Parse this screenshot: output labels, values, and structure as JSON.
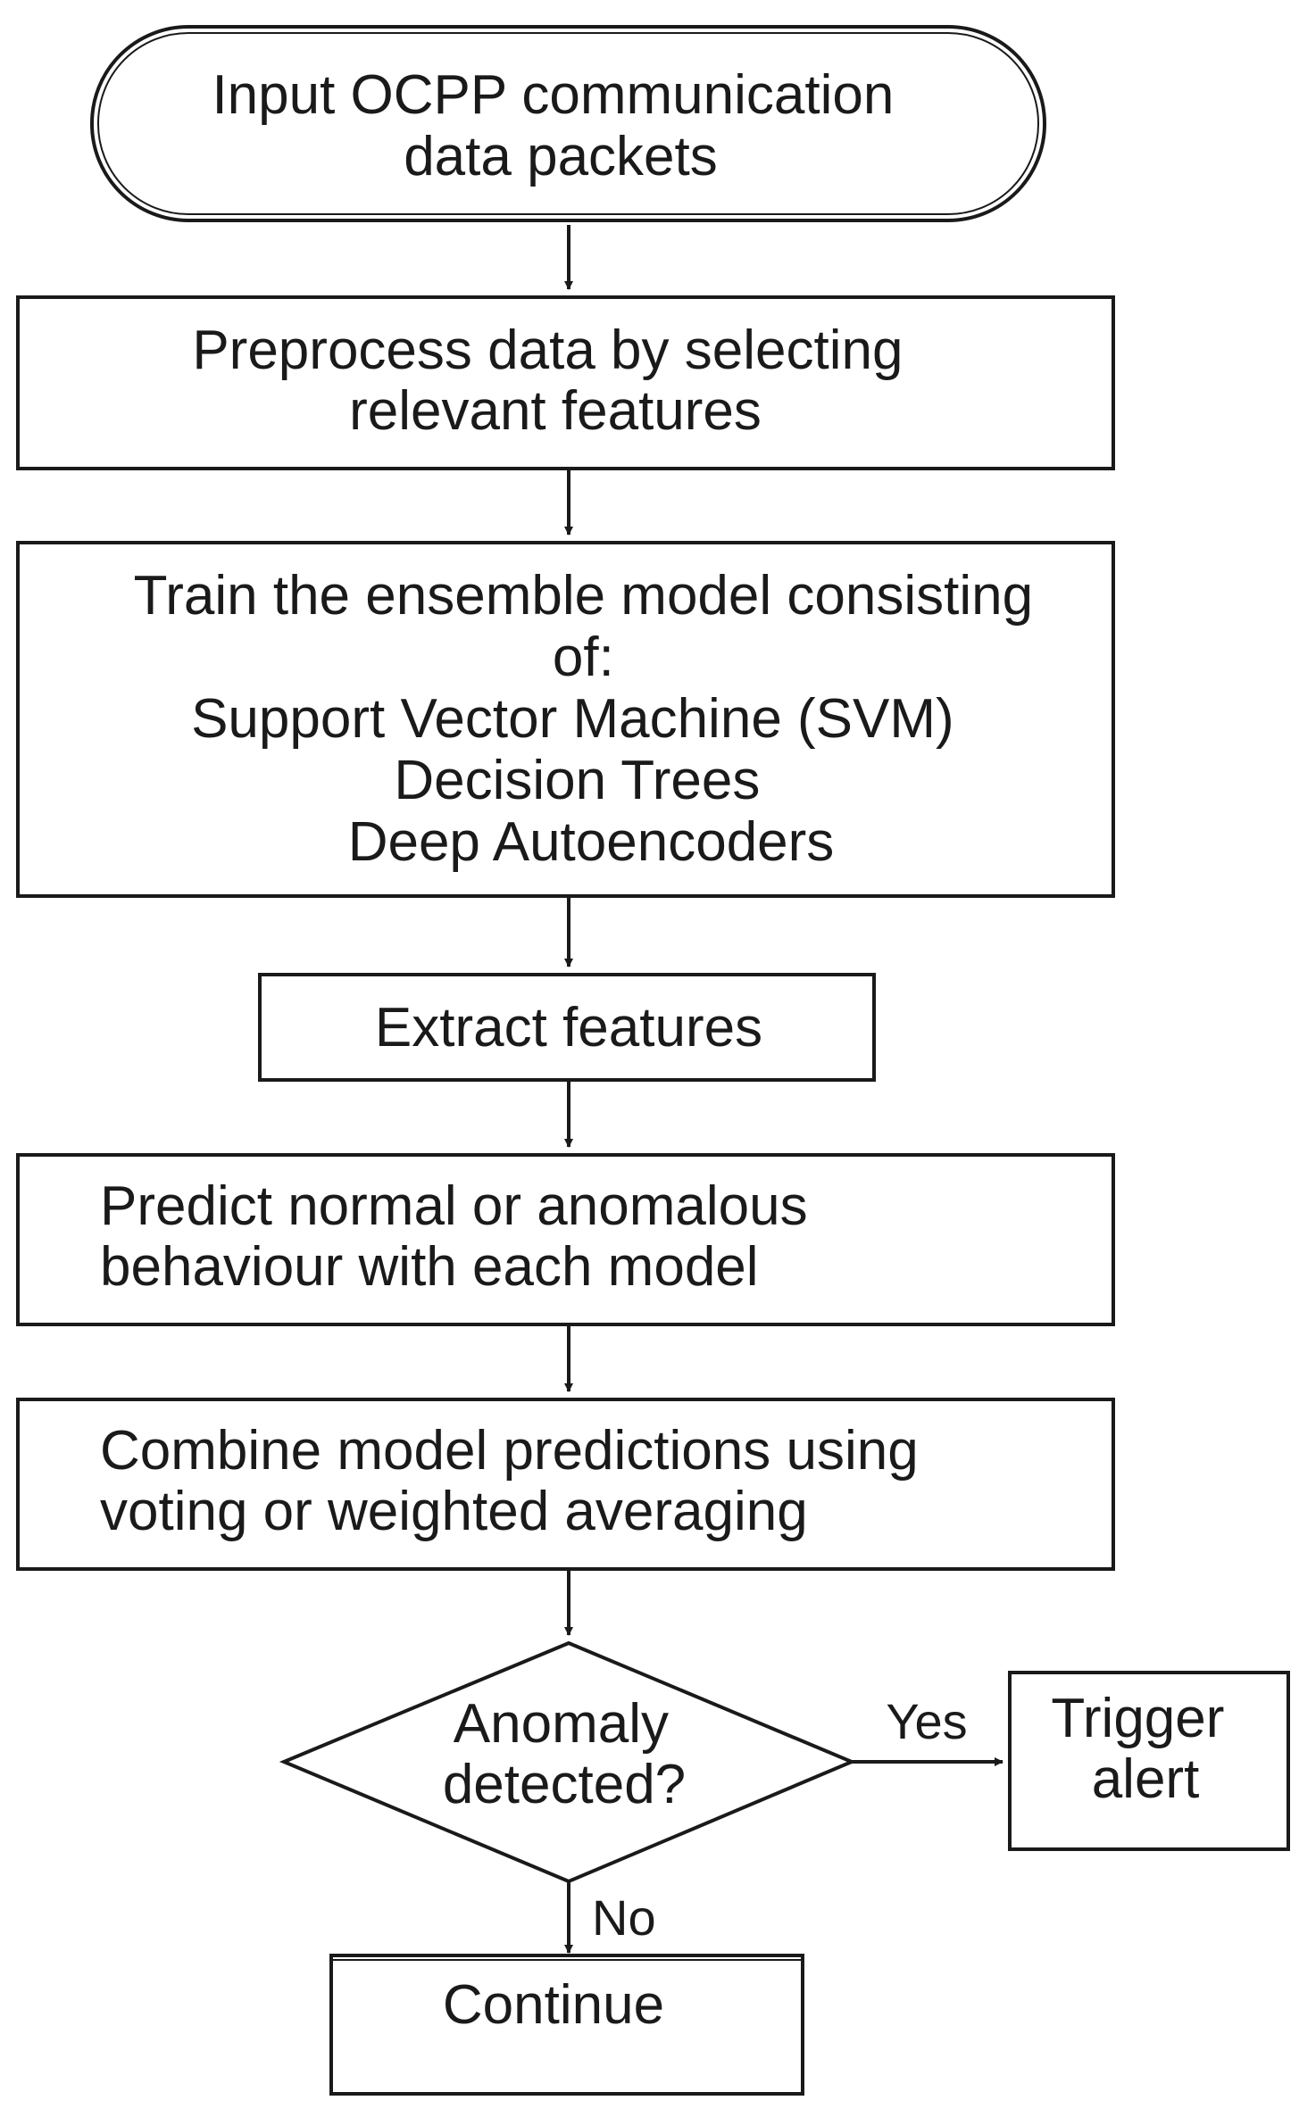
{
  "flowchart": {
    "start": {
      "lines": [
        "Input OCPP communication",
        "data packets"
      ]
    },
    "preprocess": {
      "lines": [
        "Preprocess data by selecting",
        "relevant features"
      ]
    },
    "train": {
      "lines": [
        "Train the ensemble model consisting",
        "of:",
        "Support Vector Machine (SVM)",
        "Decision Trees",
        "Deep Autoencoders"
      ]
    },
    "extract": {
      "lines": [
        "Extract features"
      ]
    },
    "predict": {
      "lines": [
        "Predict normal or anomalous",
        "behaviour with each model"
      ]
    },
    "combine": {
      "lines": [
        "Combine model predictions using",
        "voting or weighted averaging"
      ]
    },
    "decision": {
      "lines": [
        "Anomaly",
        "detected?"
      ]
    },
    "alert": {
      "lines": [
        "Trigger",
        "alert"
      ]
    },
    "continue": {
      "lines": [
        "Continue"
      ]
    },
    "edge_labels": {
      "yes": "Yes",
      "no": "No"
    }
  }
}
